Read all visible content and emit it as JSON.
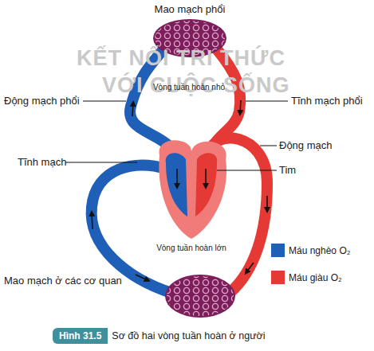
{
  "diagram": {
    "caption": "Sơ đồ hai vòng tuần hoàn ở người",
    "labels": [
      "KẾT NỐI TRI THỨC",
      "VỚI CUỘC SỐNG",
      "Mao mạch phổi",
      "Vòng tuần hoàn nhỏ",
      "Động mạch phổi",
      "Tĩnh mạch phổi",
      "Tĩnh mạch",
      "Động mạch",
      "Tim",
      "Vòng tuần hoàn lớn",
      "Mao mạch ở các cơ quan",
      "Hình 31.5"
    ],
    "legend": [
      {
        "text": "Máu nghèo O₂",
        "color": "#1f5fb8"
      },
      {
        "text": "Máu giàu O₂",
        "color": "#e53935"
      }
    ]
  }
}
